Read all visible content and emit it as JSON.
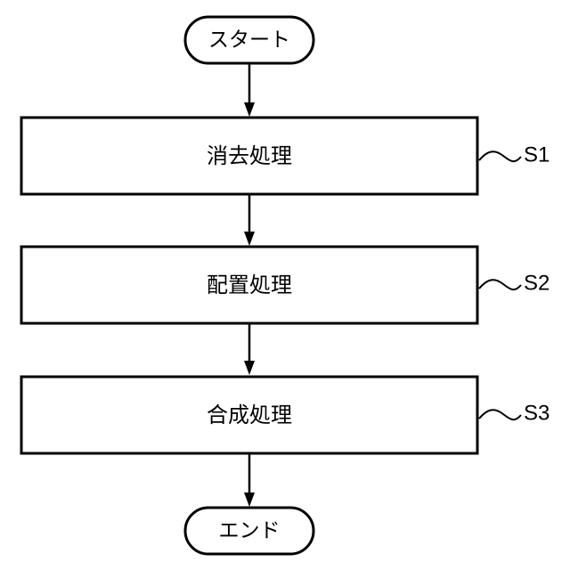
{
  "start_label": "スタート",
  "end_label": "エンド",
  "steps": [
    {
      "label": "消去処理",
      "id": "S1"
    },
    {
      "label": "配置処理",
      "id": "S2"
    },
    {
      "label": "合成処理",
      "id": "S3"
    }
  ]
}
